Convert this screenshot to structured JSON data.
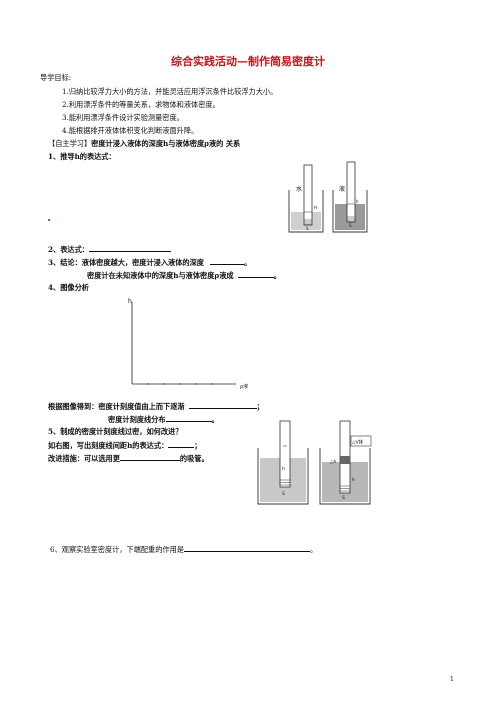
{
  "title": "综合实践活动—制作简易密度计",
  "guide_heading": "导学目标:",
  "goals": [
    "1.归纳比较浮力大小的方法，并能灵活应用浮沉条件比较浮力大小。",
    "2.利用漂浮条件的等量关系，求物体和液体密度。",
    "3.能利用漂浮条件设计实验测量密度。",
    "4.能根据排开液体体积变化判断液面升降。"
  ],
  "self_study": {
    "bracket": "【自主学习】",
    "text": "密度计浸入液体的深度h与液体密度ρ液的 关系"
  },
  "q1": "1、推导h的表达式：",
  "q2": "2、表达式：",
  "q3_label": "3、结论：",
  "q3_line1": "液体密度越大，密度计浸入液体的深度",
  "q3_line2": "密度计在未知液体中的深度h与液体密度ρ液成",
  "period": "。",
  "q4": "4、图像分析",
  "graph": {
    "y_label": "h",
    "x_label": "ρ液"
  },
  "conclusion_line1": "根据图像得到：密度计刻度值由上而下逐渐",
  "conclusion_line2": "密度计刻度线分布",
  "semicolon": "；",
  "q5": "5、制成的密度计刻度线过密，如何改进？",
  "q5_line2": "如右图，写出刻度线间距h的表达式：",
  "q5_line3_a": "改进措施：可以选用更",
  "q5_line3_b": "的吸管。",
  "q6": "6、观察实验室密度计，下端配重的作用是",
  "fig1": {
    "left_label": "水",
    "right_label": "液",
    "h_label": "H",
    "h2_label": "h",
    "s_label": "S"
  },
  "fig2": {
    "h_label": "h",
    "s_label": "S",
    "dh_label": "△h",
    "dv_label": "△V排"
  },
  "page_number": "1"
}
